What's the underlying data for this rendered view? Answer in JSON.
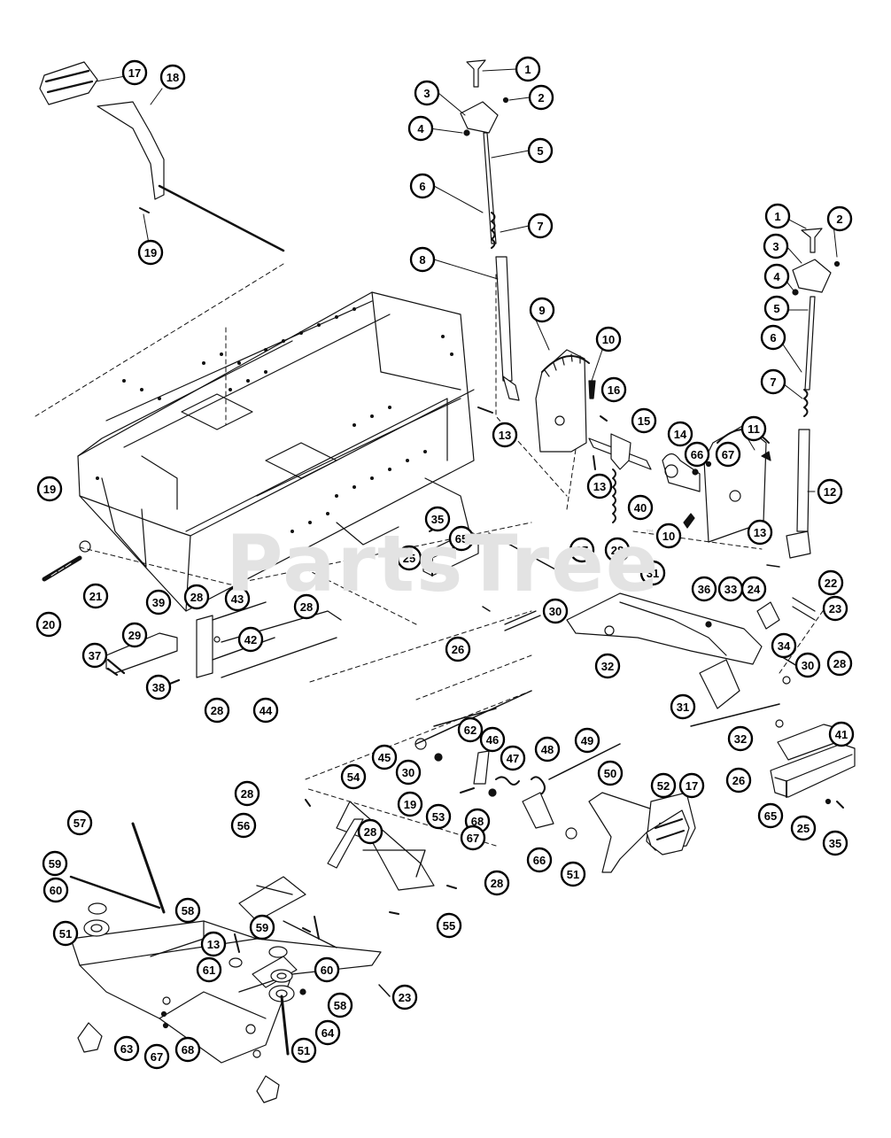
{
  "watermark": "PartsTree",
  "watermark_tm": "™",
  "callout_labels": [
    "1",
    "2",
    "3",
    "4",
    "5",
    "6",
    "7",
    "8",
    "9",
    "10",
    "11",
    "12",
    "13",
    "14",
    "15",
    "16",
    "17",
    "18",
    "19",
    "20",
    "21",
    "22",
    "23",
    "24",
    "25",
    "26",
    "27",
    "28",
    "29",
    "30",
    "31",
    "32",
    "33",
    "34",
    "35",
    "36",
    "37",
    "38",
    "39",
    "40",
    "41",
    "42",
    "43",
    "44",
    "45",
    "46",
    "47",
    "48",
    "49",
    "50",
    "51",
    "52",
    "53",
    "54",
    "55",
    "56",
    "57",
    "58",
    "59",
    "60",
    "61",
    "62",
    "63",
    "64",
    "65",
    "66",
    "67",
    "68"
  ]
}
